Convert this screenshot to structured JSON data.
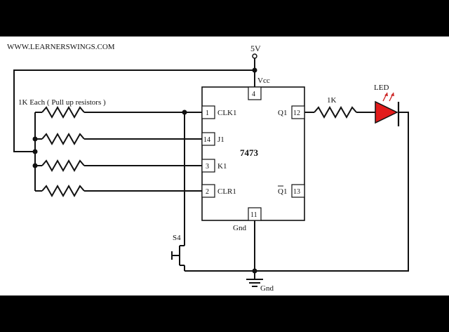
{
  "watermark": "WWW.LEARNERSWINGS.COM",
  "supply": {
    "label": "5V",
    "vcc_label": "Vcc"
  },
  "ic": {
    "name": "7473",
    "pins": {
      "vcc": "4",
      "clk": "1",
      "j": "14",
      "k": "3",
      "clr": "2",
      "q": "12",
      "qbar": "13",
      "gnd": "11"
    },
    "pin_labels": {
      "clk": "CLK1",
      "j": "J1",
      "k": "K1",
      "clr": "CLR1",
      "q": "Q1",
      "qbar": "Q1",
      "gnd": "Gnd"
    }
  },
  "resistors": {
    "pullup_label": "1K Each ( Pull up resistors )",
    "series_label": "1K"
  },
  "led_label": "LED",
  "switch_label": "S4",
  "ground_label": "Gnd"
}
